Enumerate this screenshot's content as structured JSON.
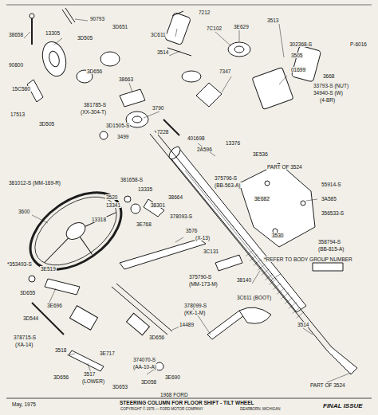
{
  "diagram": {
    "title": "STEERING COLUMN FOR FLOOR SHIFT - TILT WHEEL",
    "labels": [
      "P-6016",
      "38658",
      "13305",
      "90793",
      "90800",
      "3D505",
      "3D651",
      "3C611",
      "7212",
      "7C102",
      "3E629",
      "3513",
      "3514",
      "7347",
      "302368-S",
      "3505",
      "01699",
      "3668",
      "33793-S (NUT)",
      "34940-S (W)",
      "(4-BR)",
      "15C580",
      "17513",
      "3D505",
      "38663",
      "3D656",
      "3790",
      "381785-S",
      "(XX-304-T)",
      "3D1505-S",
      "3499",
      "7228",
      "401698",
      "2A596",
      "13376",
      "3E536",
      "PART OF 3524",
      "3600",
      "381012-S (MM-169-R)",
      "381658-S",
      "3520",
      "13341",
      "13318",
      "13335",
      "38664",
      "38301",
      "3E768",
      "378093-S",
      "3576",
      "(X-13)",
      "375796-S",
      "(BB-563-A)",
      "3530",
      "3E682",
      "3A585",
      "55914-S",
      "356533-S",
      "358794-S",
      "(BB-815-A)",
      "*REFER TO BODY GROUP NUMBER",
      "38140",
      "3C611 (BOOT)",
      "3514",
      "PART OF 3524",
      "*353493-S",
      "3E519",
      "3D655",
      "3D544",
      "378715-S",
      "(XA-14)",
      "3518",
      "3D656",
      "3517",
      "(LOWER)",
      "3E717",
      "3D653",
      "3D058",
      "374070-S",
      "(AA-10-A)",
      "3E690",
      "378099-S",
      "(KK-1-M)",
      "3D656",
      "14489",
      "375790-S",
      "(MM-173-M)",
      "3E696",
      "3C131",
      "May, 1975",
      "1968 FORD",
      "COPYRIGHT © 1975 — FORD MOTOR COMPANY",
      "DEARBORN, MICHIGAN",
      "FINAL ISSUE"
    ]
  }
}
